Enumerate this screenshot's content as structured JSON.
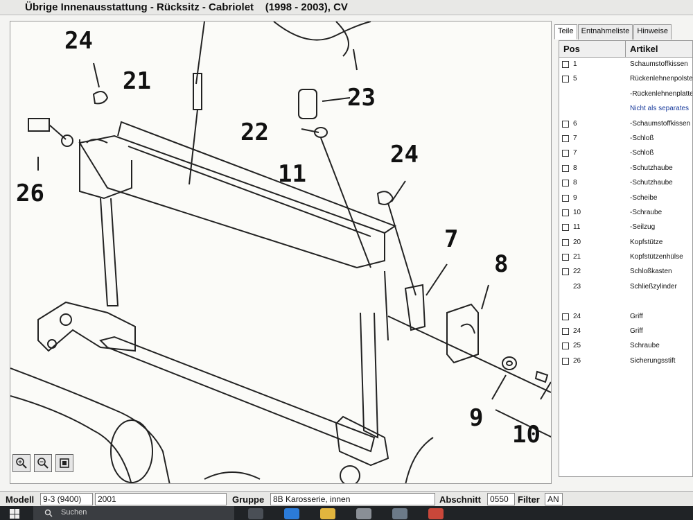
{
  "window": {
    "title": "Übrige Innenausstattung - Rücksitz - Cabriolet    (1998 - 2003), CV"
  },
  "diagram": {
    "callouts": [
      "24",
      "21",
      "23",
      "22",
      "26",
      "11",
      "24",
      "7",
      "8",
      "9",
      "10"
    ]
  },
  "tabs": [
    "Teile",
    "Entnahmeliste",
    "Hinweise"
  ],
  "parts_table": {
    "columns": [
      "Pos",
      "Artikel"
    ],
    "rows": [
      {
        "pos": "1",
        "artikel": "Schaumstoffkissen",
        "checkbox": true
      },
      {
        "pos": "5",
        "artikel": "Rückenlehnenpolster",
        "checkbox": true
      },
      {
        "pos": "",
        "artikel": "-Rückenlehnenplatte",
        "checkbox": false
      },
      {
        "pos": "",
        "artikel": "Nicht als separates",
        "checkbox": false,
        "note": true
      },
      {
        "pos": "6",
        "artikel": "-Schaumstoffkissen",
        "checkbox": true
      },
      {
        "pos": "7",
        "artikel": "-Schloß",
        "checkbox": true
      },
      {
        "pos": "7",
        "artikel": "-Schloß",
        "checkbox": true
      },
      {
        "pos": "8",
        "artikel": "-Schutzhaube",
        "checkbox": true
      },
      {
        "pos": "8",
        "artikel": "-Schutzhaube",
        "checkbox": true
      },
      {
        "pos": "9",
        "artikel": "-Scheibe",
        "checkbox": true
      },
      {
        "pos": "10",
        "artikel": "-Schraube",
        "checkbox": true
      },
      {
        "pos": "11",
        "artikel": "-Seilzug",
        "checkbox": true
      },
      {
        "pos": "20",
        "artikel": "Kopfstütze",
        "checkbox": true
      },
      {
        "pos": "21",
        "artikel": "Kopfstützenhülse",
        "checkbox": true
      },
      {
        "pos": "22",
        "artikel": "Schloßkasten",
        "checkbox": true
      },
      {
        "pos": "23",
        "artikel": "Schließzylinder",
        "checkbox": false
      },
      {
        "pos": "",
        "artikel": "",
        "checkbox": false
      },
      {
        "pos": "24",
        "artikel": "Griff",
        "checkbox": true
      },
      {
        "pos": "24",
        "artikel": "Griff",
        "checkbox": true
      },
      {
        "pos": "25",
        "artikel": "Schraube",
        "checkbox": true
      },
      {
        "pos": "26",
        "artikel": "Sicherungsstift",
        "checkbox": true
      }
    ]
  },
  "statusbar": {
    "modell_label": "Modell",
    "modell_value": "9-3 (9400)",
    "year_value": "2001",
    "gruppe_label": "Gruppe",
    "gruppe_value": "8B Karosserie, innen",
    "abschnitt_label": "Abschnitt",
    "abschnitt_value": "0550",
    "filter_label": "Filter",
    "filter_value": "AN"
  },
  "taskbar": {
    "search_placeholder": "Suchen"
  },
  "colors": {
    "note_blue": "#1a3c9c",
    "taskbar": "#202326"
  },
  "icons": [
    "zoom-in-icon",
    "zoom-out-icon",
    "fit-view-icon",
    "windows-start-icon",
    "search-icon"
  ]
}
